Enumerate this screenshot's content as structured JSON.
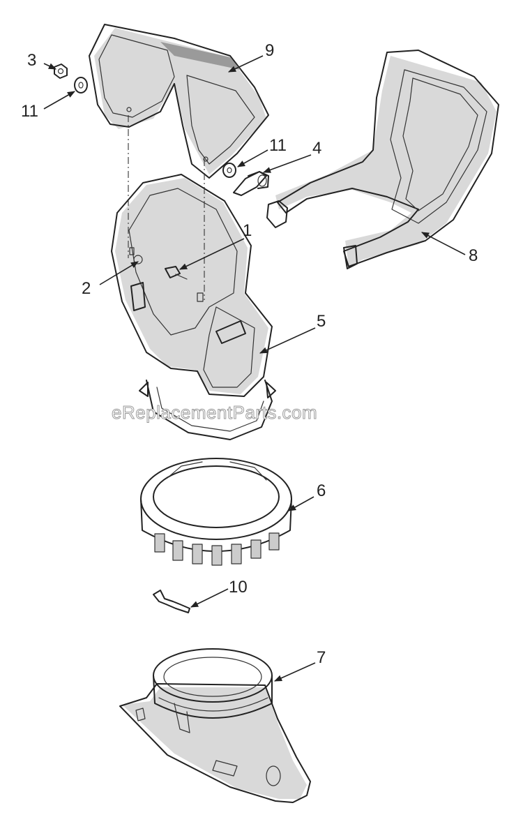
{
  "watermark": "eReplacementParts.com",
  "callouts": [
    "1",
    "2",
    "3",
    "4",
    "5",
    "6",
    "7",
    "8",
    "9",
    "10",
    "11",
    "11"
  ],
  "parts": [
    {
      "callout": "1",
      "part": "carriage-bolt"
    },
    {
      "callout": "2",
      "part": "knob-stud"
    },
    {
      "callout": "3",
      "part": "nut"
    },
    {
      "callout": "4",
      "part": "wing-knob"
    },
    {
      "callout": "5",
      "part": "lower-chute"
    },
    {
      "callout": "6",
      "part": "chute-ring"
    },
    {
      "callout": "7",
      "part": "chute-base"
    },
    {
      "callout": "8",
      "part": "handle"
    },
    {
      "callout": "9",
      "part": "chute-deflector"
    },
    {
      "callout": "10",
      "part": "spring-clip"
    },
    {
      "callout": "11",
      "part": "washer"
    }
  ]
}
